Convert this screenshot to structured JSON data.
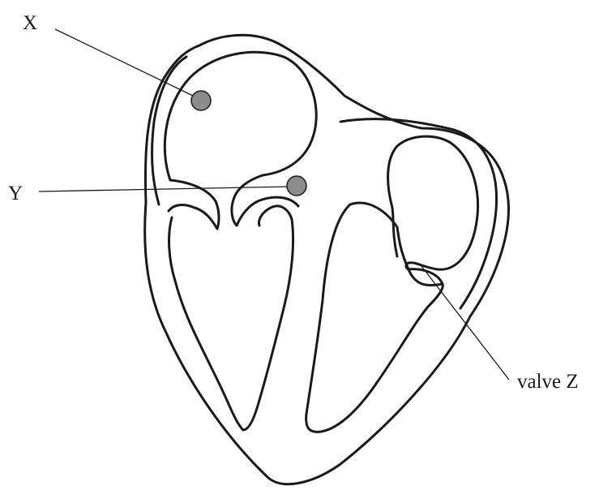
{
  "labels": {
    "x": "X",
    "y": "Y",
    "z": "valve Z"
  },
  "colors": {
    "outline": "#1a1a1a",
    "node_fill": "#8c8c8c",
    "background": "#ffffff"
  }
}
